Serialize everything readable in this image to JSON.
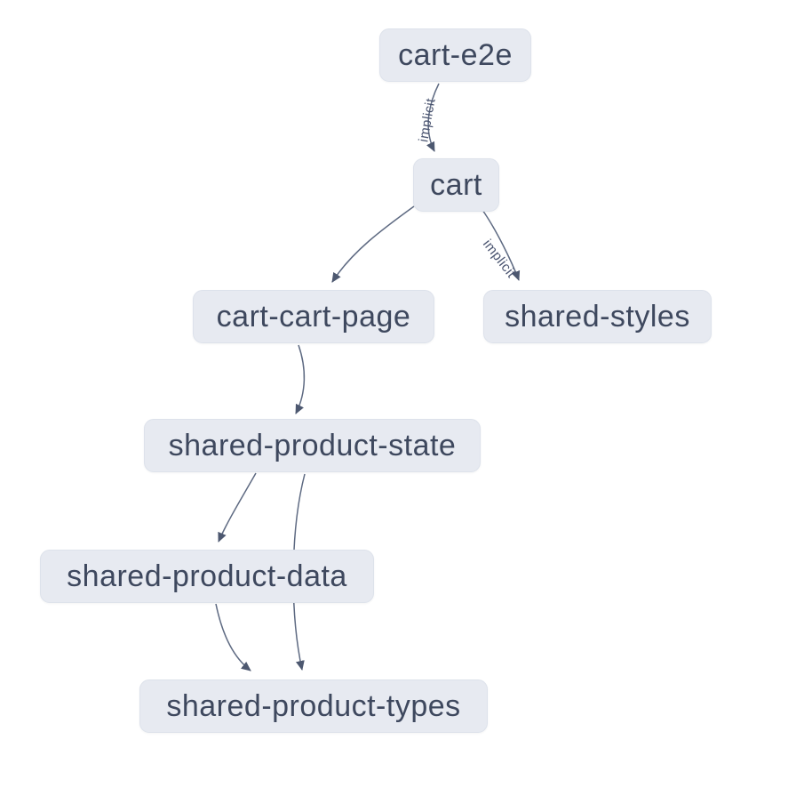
{
  "diagram": {
    "type": "dependency-graph",
    "nodes": [
      {
        "id": "cart-e2e",
        "label": "cart-e2e"
      },
      {
        "id": "cart",
        "label": "cart"
      },
      {
        "id": "cart-cart-page",
        "label": "cart-cart-page"
      },
      {
        "id": "shared-styles",
        "label": "shared-styles"
      },
      {
        "id": "shared-product-state",
        "label": "shared-product-state"
      },
      {
        "id": "shared-product-data",
        "label": "shared-product-data"
      },
      {
        "id": "shared-product-types",
        "label": "shared-product-types"
      }
    ],
    "edges": [
      {
        "from": "cart-e2e",
        "to": "cart",
        "label": "implicit"
      },
      {
        "from": "cart",
        "to": "cart-cart-page",
        "label": ""
      },
      {
        "from": "cart",
        "to": "shared-styles",
        "label": "implicit"
      },
      {
        "from": "cart-cart-page",
        "to": "shared-product-state",
        "label": ""
      },
      {
        "from": "shared-product-state",
        "to": "shared-product-data",
        "label": ""
      },
      {
        "from": "shared-product-state",
        "to": "shared-product-types",
        "label": ""
      },
      {
        "from": "shared-product-data",
        "to": "shared-product-types",
        "label": ""
      }
    ],
    "colors": {
      "background": "#ffffff",
      "node_fill": "#e7eaf1",
      "node_border": "#dde2eb",
      "node_text": "#3e485e",
      "edge_stroke": "#5e6a82",
      "arrow_fill": "#4d5870",
      "edge_label_text": "#4a5470"
    }
  }
}
